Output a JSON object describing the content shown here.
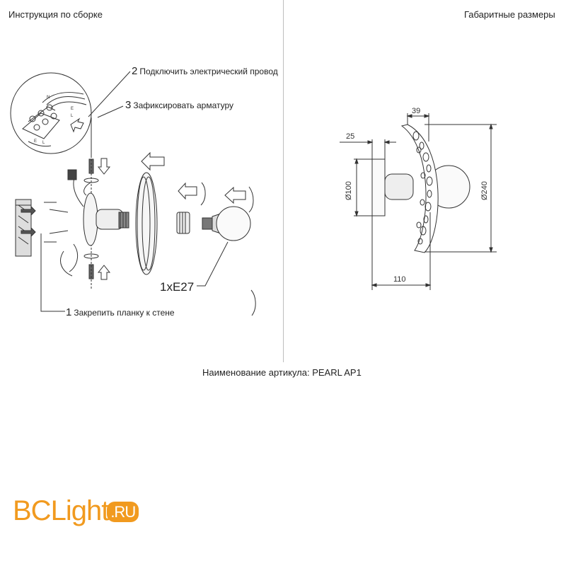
{
  "header": {
    "left_title": "Инструкция по сборке",
    "right_title": "Габаритные размеры"
  },
  "steps": [
    {
      "number": "2",
      "text": "Подключить электрический провод"
    },
    {
      "number": "3",
      "text": "Зафиксировать арматуру"
    },
    {
      "number": "1",
      "text": "Закрепить планку к стене"
    }
  ],
  "wiring_labels": [
    "N",
    "E",
    "L",
    "E",
    "L"
  ],
  "bulb": {
    "label": "1xE27"
  },
  "dimensions": {
    "shade_depth": "39",
    "mount_depth": "25",
    "base_diameter": "Ø100",
    "shade_diameter": "Ø240",
    "total_depth": "110"
  },
  "article": {
    "label": "Наименование артикула: PEARL AP1"
  },
  "logo": {
    "part1": "BCLight",
    "part2": ".RU",
    "accent": "#f19a1f"
  }
}
